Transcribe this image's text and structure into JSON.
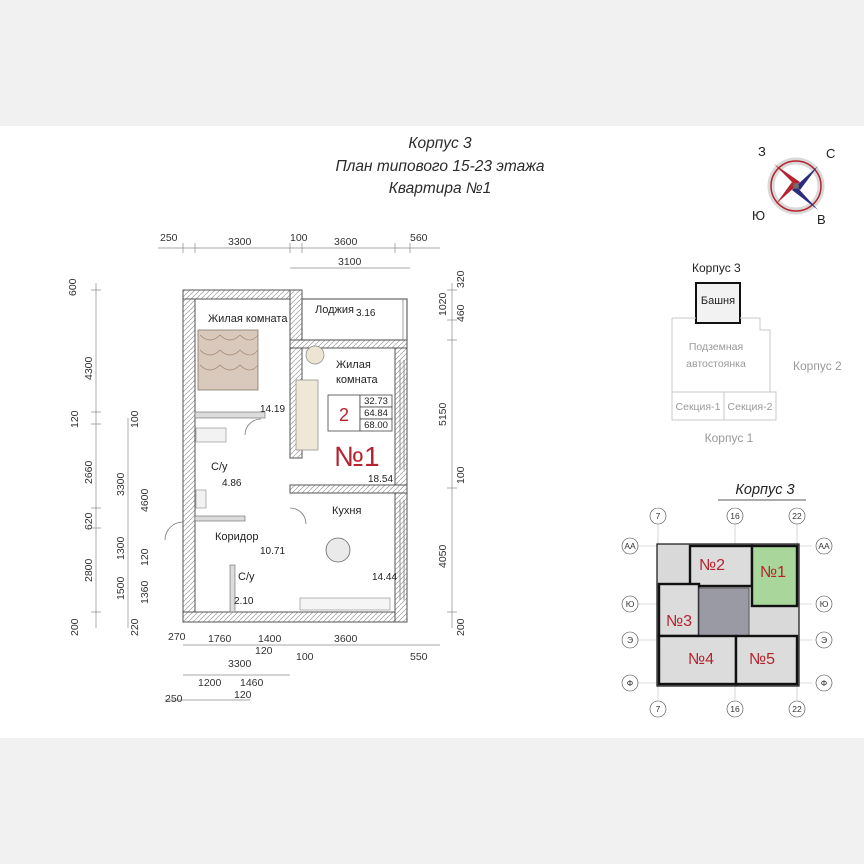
{
  "header": {
    "line1": "Корпус 3",
    "line2": "План типового 15-23 этажа",
    "line3": "Квартира №1"
  },
  "compass": {
    "n": "С",
    "e": "В",
    "s": "Ю",
    "w": "З"
  },
  "colors": {
    "wall": "#6e6e6e",
    "accent_red": "#b4232e",
    "apartment_highlight": "#a9d69a",
    "core_fill": "#9a9aa5",
    "grid_gray": "#8a8a8a"
  },
  "plan": {
    "dims_top": {
      "row1": [
        "250",
        "3300",
        "100",
        "3600",
        "560"
      ],
      "row2": "3100"
    },
    "dims_right": [
      "320",
      "1020",
      "460",
      "5150",
      "100",
      "4050",
      "200"
    ],
    "dims_left": {
      "outer": [
        "600",
        "4300",
        "120",
        "2660",
        "620",
        "2800",
        "200"
      ],
      "inner": [
        "100",
        "3300",
        "4600",
        "1300",
        "120",
        "1500",
        "1360",
        "220"
      ]
    },
    "dims_bottom": {
      "row1": [
        "270",
        "1760",
        "1400",
        "3600",
        "550"
      ],
      "row1b": [
        "120",
        "100"
      ],
      "row2": "3300",
      "row3": [
        "250",
        "1200",
        "1460"
      ],
      "row3b": "120"
    },
    "rooms": [
      {
        "name": "Жилая комната",
        "area": "14.19"
      },
      {
        "name": "Лоджия",
        "area": "3.16"
      },
      {
        "name_l1": "Жилая",
        "name_l2": "комната",
        "area": "18.54"
      },
      {
        "name": "С/у",
        "area": "4.86"
      },
      {
        "name": "Коридор",
        "area": "10.71"
      },
      {
        "name": "С/у",
        "area": "2.10"
      },
      {
        "name": "Кухня",
        "area": "14.44"
      }
    ],
    "apartment": {
      "rooms_count": "2",
      "area_living": "32.73",
      "area_total": "64.84",
      "area_with_loggia": "68.00",
      "number": "№1"
    }
  },
  "keyplan": {
    "korpus3": "Корпус 3",
    "tower": "Башня",
    "parking_l1": "Подземная",
    "parking_l2": "автостоянка",
    "korpus2": "Корпус 2",
    "section1": "Секция-1",
    "section2": "Секция-2",
    "korpus1": "Корпус 1"
  },
  "floorplan": {
    "title": "Корпус 3",
    "axes_top": [
      "7",
      "16",
      "22"
    ],
    "axes_bottom": [
      "7",
      "16",
      "22"
    ],
    "axes_left": [
      "АА",
      "Ю",
      "Э",
      "Ф"
    ],
    "axes_right": [
      "АА",
      "Ю",
      "Э",
      "Ф"
    ],
    "apartments": [
      "№1",
      "№2",
      "№3",
      "№4",
      "№5"
    ]
  }
}
